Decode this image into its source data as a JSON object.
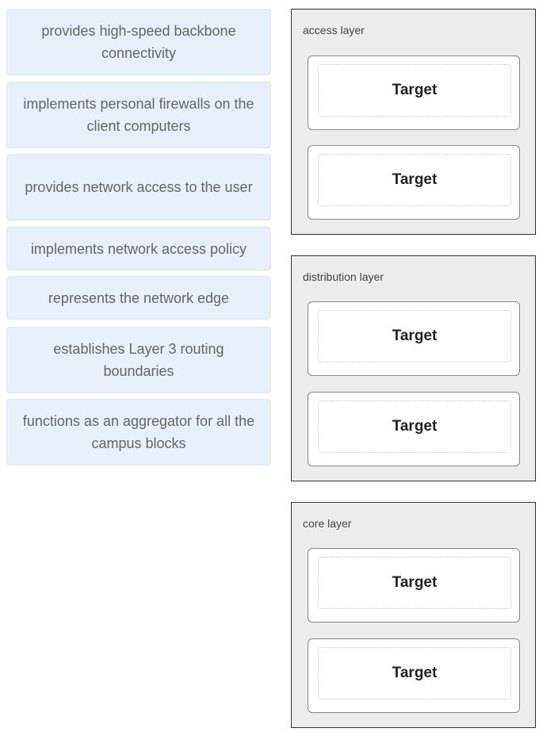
{
  "items": [
    {
      "label": "provides high-speed backbone connectivity"
    },
    {
      "label": "implements personal firewalls on the client computers"
    },
    {
      "label": "provides network access to the user"
    },
    {
      "label": "implements network access policy"
    },
    {
      "label": "represents the network edge"
    },
    {
      "label": "establishes Layer 3 routing boundaries"
    },
    {
      "label": "functions as an aggregator for all the campus blocks"
    }
  ],
  "panels": [
    {
      "title": "access layer",
      "targets": [
        "Target",
        "Target"
      ]
    },
    {
      "title": "distribution layer",
      "targets": [
        "Target",
        "Target"
      ]
    },
    {
      "title": "core layer",
      "targets": [
        "Target",
        "Target"
      ]
    }
  ]
}
